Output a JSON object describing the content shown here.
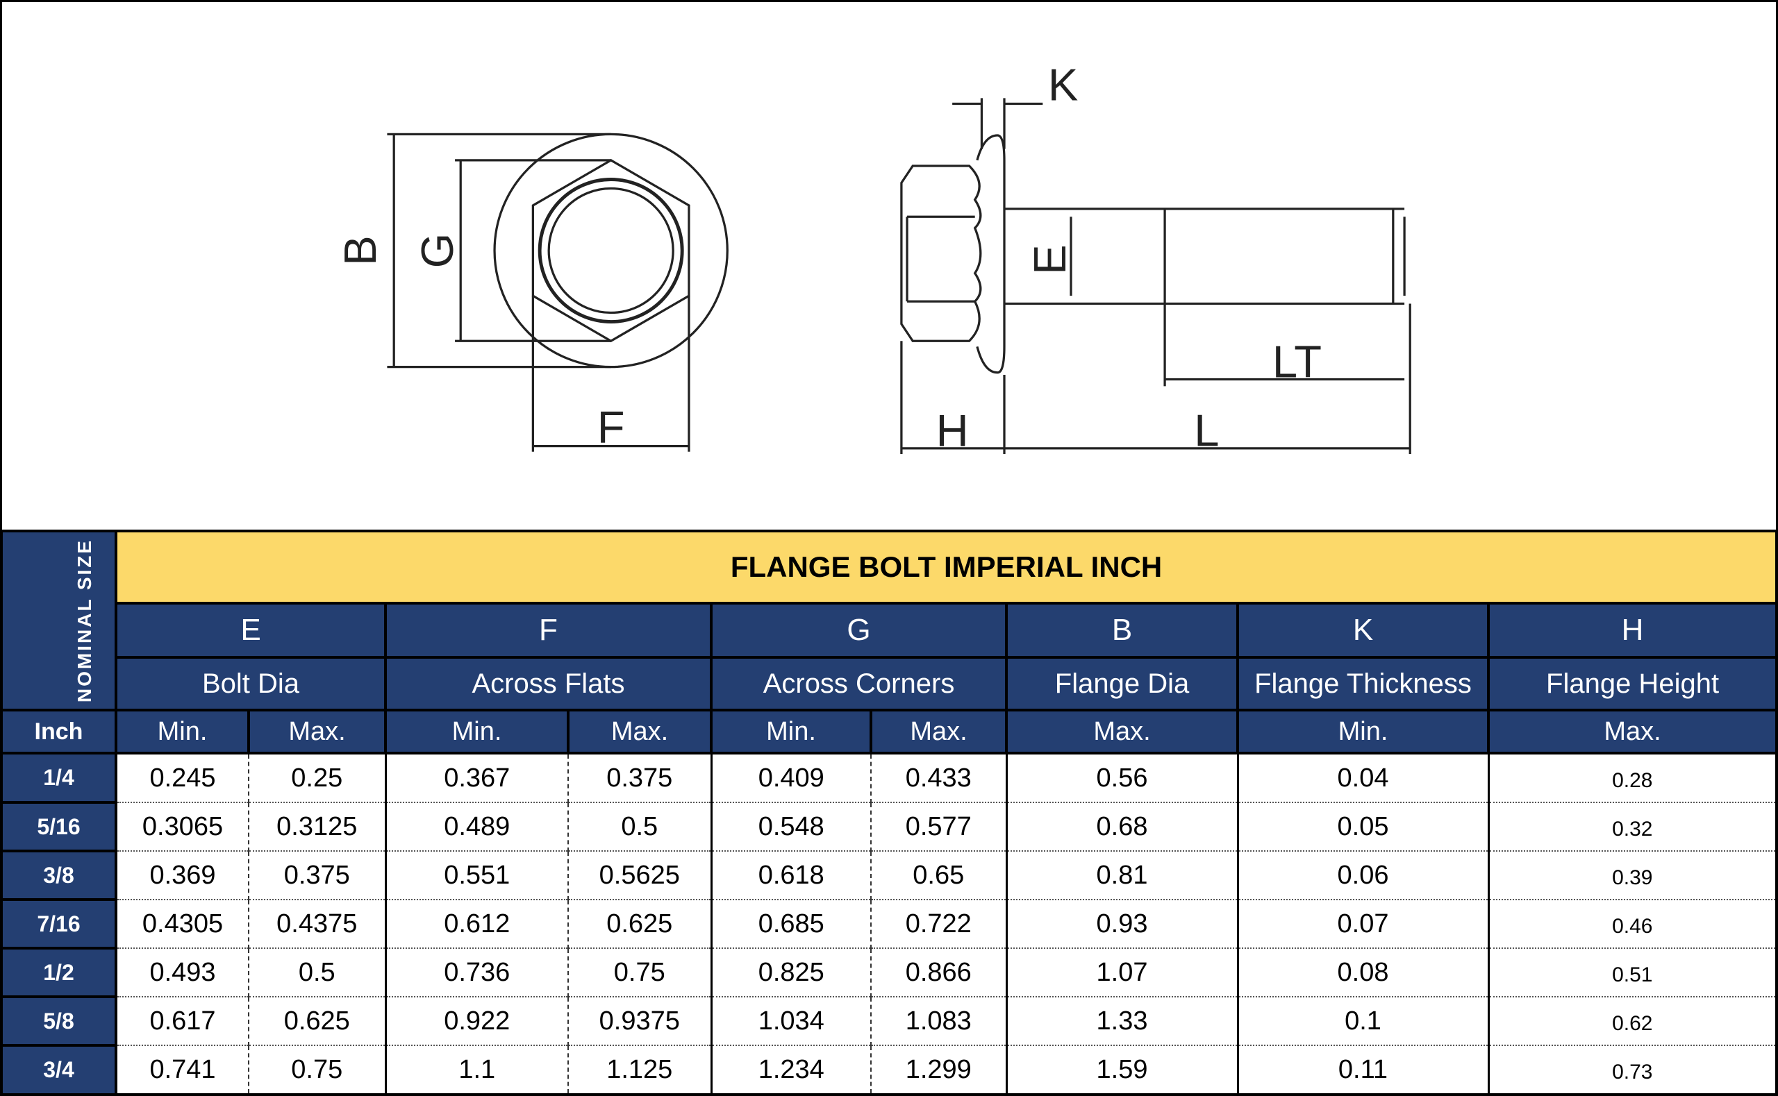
{
  "drawing": {
    "labels": {
      "B": "B",
      "G": "G",
      "F": "F",
      "K": "K",
      "E": "E",
      "H": "H",
      "L": "L",
      "LT": "LT"
    }
  },
  "table": {
    "title": "FLANGE BOLT IMPERIAL INCH",
    "nominal_label": "NOMINAL SIZE",
    "unit_label": "Inch",
    "groups": [
      {
        "letter": "E",
        "label": "Bolt Dia",
        "subs": [
          "Min.",
          "Max."
        ]
      },
      {
        "letter": "F",
        "label": "Across Flats",
        "subs": [
          "Min.",
          "Max."
        ]
      },
      {
        "letter": "G",
        "label": "Across Corners",
        "subs": [
          "Min.",
          "Max."
        ]
      },
      {
        "letter": "B",
        "label": "Flange Dia",
        "subs": [
          "Max."
        ]
      },
      {
        "letter": "K",
        "label": "Flange Thickness",
        "subs": [
          "Min."
        ]
      },
      {
        "letter": "H",
        "label": "Flange Height",
        "subs": [
          "Max."
        ]
      }
    ],
    "rows": [
      {
        "size": "1/4",
        "values": [
          "0.245",
          "0.25",
          "0.367",
          "0.375",
          "0.409",
          "0.433",
          "0.56",
          "0.04",
          "0.28"
        ]
      },
      {
        "size": "5/16",
        "values": [
          "0.3065",
          "0.3125",
          "0.489",
          "0.5",
          "0.548",
          "0.577",
          "0.68",
          "0.05",
          "0.32"
        ]
      },
      {
        "size": "3/8",
        "values": [
          "0.369",
          "0.375",
          "0.551",
          "0.5625",
          "0.618",
          "0.65",
          "0.81",
          "0.06",
          "0.39"
        ]
      },
      {
        "size": "7/16",
        "values": [
          "0.4305",
          "0.4375",
          "0.612",
          "0.625",
          "0.685",
          "0.722",
          "0.93",
          "0.07",
          "0.46"
        ]
      },
      {
        "size": "1/2",
        "values": [
          "0.493",
          "0.5",
          "0.736",
          "0.75",
          "0.825",
          "0.866",
          "1.07",
          "0.08",
          "0.51"
        ]
      },
      {
        "size": "5/8",
        "values": [
          "0.617",
          "0.625",
          "0.922",
          "0.9375",
          "1.034",
          "1.083",
          "1.33",
          "0.1",
          "0.62"
        ]
      },
      {
        "size": "3/4",
        "values": [
          "0.741",
          "0.75",
          "1.1",
          "1.125",
          "1.234",
          "1.299",
          "1.59",
          "0.11",
          "0.73"
        ]
      }
    ]
  },
  "colors": {
    "header_blue": "#243f72",
    "title_yellow": "#fcd96a"
  }
}
